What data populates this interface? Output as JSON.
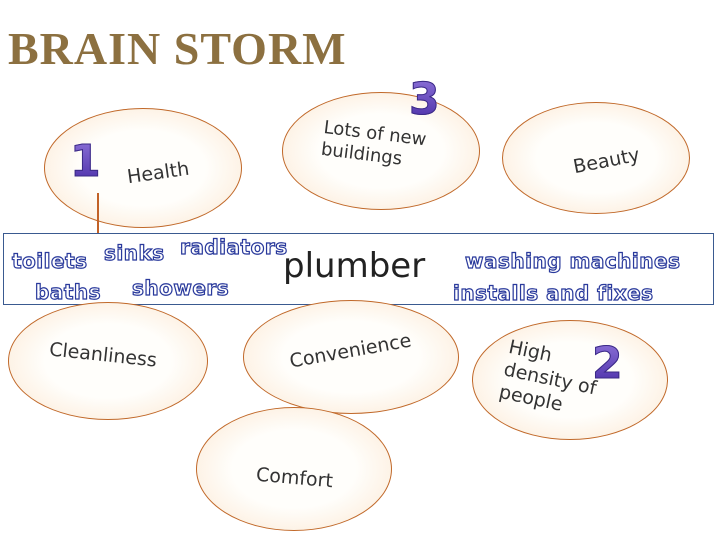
{
  "title": "BRAIN STORM",
  "center_word": "plumber",
  "ideas": {
    "health": "Health",
    "buildings": "Lots of new buildings",
    "beauty": "Beauty",
    "cleanliness": "Cleanliness",
    "convenience": "Convenience",
    "density": "High density of people",
    "comfort": "Comfort"
  },
  "numbers": {
    "one": "1",
    "two": "2",
    "three": "3"
  },
  "band_words": {
    "toilets": "toilets",
    "sinks": "sinks",
    "radiators": "radiators",
    "baths": "baths",
    "showers": "showers",
    "washing_machines": "washing machines",
    "installs_and_fixes": "installs and fixes"
  },
  "colors": {
    "title": "#8c7040",
    "ellipse_border": "#c1692a",
    "band_border": "#3a5a90",
    "number_fill": "#5a3cbf",
    "word_stroke": "#2a3a9c"
  }
}
